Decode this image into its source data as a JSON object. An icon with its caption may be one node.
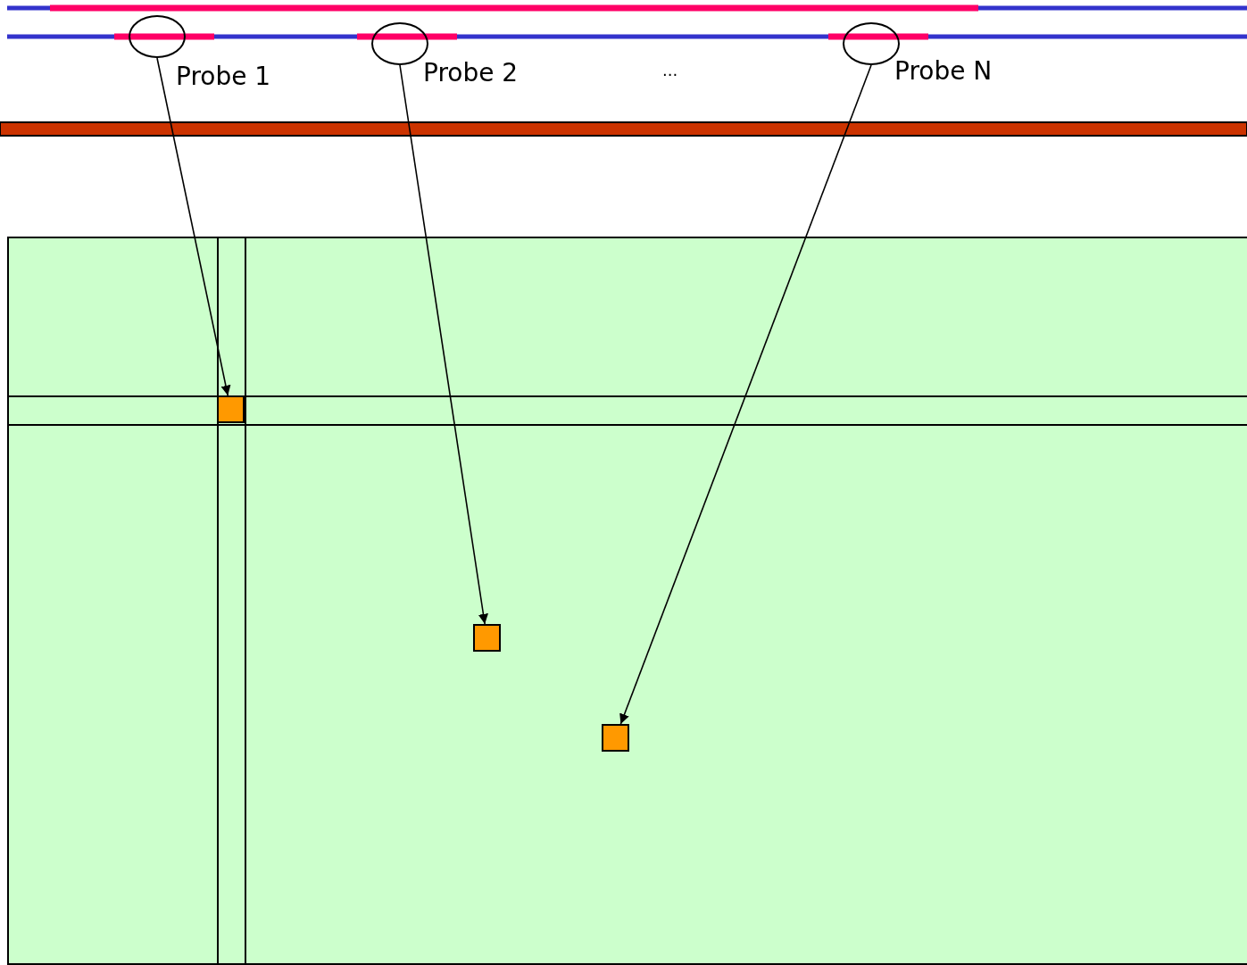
{
  "diagram": {
    "nodes": [
      {
        "text": [],
        "shape": "circle",
        "beside": [
          "Probe 1"
        ]
      },
      {
        "text": [],
        "shape": "circle",
        "beside": [
          "Probe 2"
        ]
      },
      {
        "text": [],
        "shape": "circle",
        "beside": [
          "Probe N"
        ]
      },
      {
        "text": [],
        "shape": "box"
      },
      {
        "text": [],
        "shape": "box",
        "in": 3
      },
      {
        "text": [],
        "shape": "box",
        "in": 3
      },
      {
        "text": [],
        "shape": "box",
        "in": 3
      }
    ],
    "edges": [
      {
        "from": 0,
        "to": 4,
        "arrow": "to"
      },
      {
        "from": 1,
        "to": 5,
        "arrow": "to"
      },
      {
        "from": 2,
        "to": 6,
        "arrow": "to"
      }
    ],
    "labels": [
      "..."
    ]
  }
}
